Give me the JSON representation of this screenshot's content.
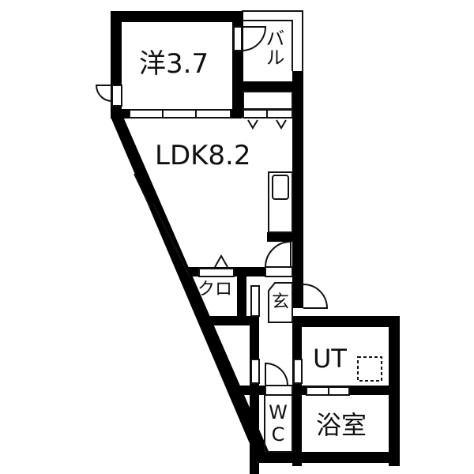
{
  "floorplan": {
    "rooms": [
      {
        "id": "western-room",
        "label": "洋3.7",
        "size_jo": 3.7
      },
      {
        "id": "balcony",
        "label": "バル"
      },
      {
        "id": "ldk",
        "label": "LDK8.2",
        "size_jo": 8.2
      },
      {
        "id": "closet",
        "label": "クロ"
      },
      {
        "id": "entrance",
        "label": "玄"
      },
      {
        "id": "utility",
        "label": "UT"
      },
      {
        "id": "toilet",
        "label": "WC"
      },
      {
        "id": "bathroom",
        "label": "浴室"
      }
    ],
    "colors": {
      "wall": "#000000",
      "background": "#ffffff",
      "line": "#111111"
    }
  }
}
